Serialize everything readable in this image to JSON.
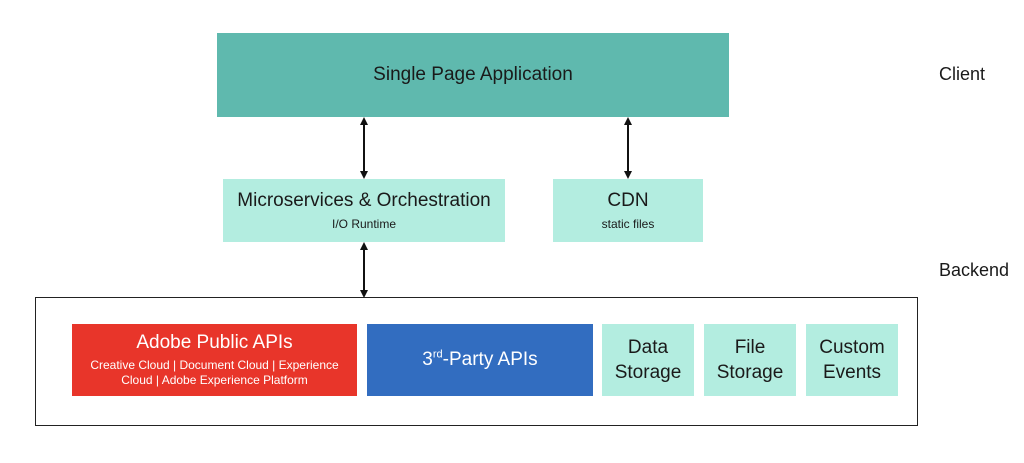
{
  "client": {
    "label": "Client",
    "spa_label": "Single Page Application"
  },
  "middle": {
    "microservices": {
      "title": "Microservices & Orchestration",
      "subtitle": "I/O Runtime"
    },
    "cdn": {
      "title": "CDN",
      "subtitle": "static files"
    }
  },
  "backend": {
    "label": "Backend",
    "adobe_apis": {
      "title": "Adobe Public APIs",
      "subtitle": "Creative Cloud | Document Cloud | Experience Cloud | Adobe Experience Platform"
    },
    "third_party": {
      "prefix": "3",
      "superscript": "rd",
      "suffix": "-Party APIs"
    },
    "data_storage": "Data Storage",
    "file_storage": "File Storage",
    "custom_events": "Custom Events"
  },
  "colors": {
    "spa": "#5fb9ae",
    "light_teal": "#b3ede0",
    "adobe_red": "#e8352a",
    "third_party_blue": "#326dc0"
  }
}
